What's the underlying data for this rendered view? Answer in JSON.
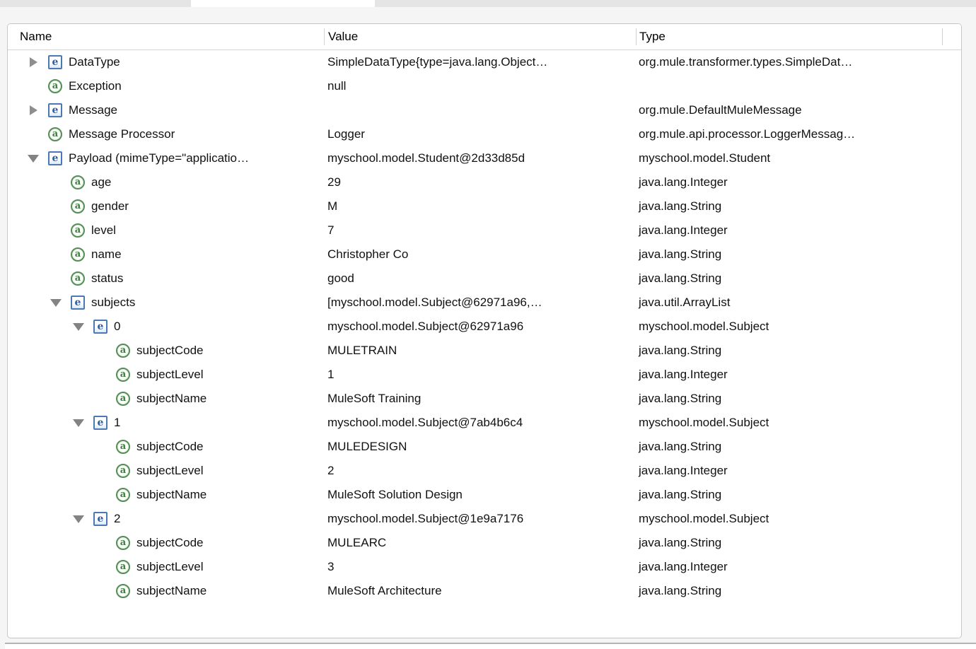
{
  "panel": {
    "name": "Mule Debugger Variables view"
  },
  "icons": {
    "element": "e",
    "attribute": "a"
  },
  "colors": {
    "element_icon_blue": "#2d5e9e",
    "attribute_icon_green": "#3e7d3e",
    "expander_gray": "#8e8e8e",
    "panel_border": "#c7c7c7",
    "tab_gray": "#e5e5e6"
  },
  "table": {
    "columns": [
      "Name",
      "Value",
      "Type"
    ],
    "rows": [
      {
        "level": 0,
        "expander": "collapsed",
        "icon": "e",
        "name": "DataType",
        "value": "SimpleDataType{type=java.lang.Object…",
        "type": "org.mule.transformer.types.SimpleDat…"
      },
      {
        "level": 0,
        "expander": null,
        "icon": "a",
        "name": "Exception",
        "value": "null",
        "type": ""
      },
      {
        "level": 0,
        "expander": "collapsed",
        "icon": "e",
        "name": "Message",
        "value": "",
        "type": "org.mule.DefaultMuleMessage"
      },
      {
        "level": 0,
        "expander": null,
        "icon": "a",
        "name": "Message Processor",
        "value": "Logger",
        "type": "org.mule.api.processor.LoggerMessag…"
      },
      {
        "level": 0,
        "expander": "expanded",
        "icon": "e",
        "name": "Payload (mimeType=\"applicatio…",
        "value": "myschool.model.Student@2d33d85d",
        "type": "myschool.model.Student"
      },
      {
        "level": 1,
        "expander": null,
        "icon": "a",
        "name": "age",
        "value": "29",
        "type": "java.lang.Integer"
      },
      {
        "level": 1,
        "expander": null,
        "icon": "a",
        "name": "gender",
        "value": "M",
        "type": "java.lang.String"
      },
      {
        "level": 1,
        "expander": null,
        "icon": "a",
        "name": "level",
        "value": "7",
        "type": "java.lang.Integer"
      },
      {
        "level": 1,
        "expander": null,
        "icon": "a",
        "name": "name",
        "value": "Christopher Co",
        "type": "java.lang.String"
      },
      {
        "level": 1,
        "expander": null,
        "icon": "a",
        "name": "status",
        "value": "good",
        "type": "java.lang.String"
      },
      {
        "level": 1,
        "expander": "expanded",
        "icon": "e",
        "name": "subjects",
        "value": "[myschool.model.Subject@62971a96,…",
        "type": "java.util.ArrayList"
      },
      {
        "level": 2,
        "expander": "expanded",
        "icon": "e",
        "name": "0",
        "value": "myschool.model.Subject@62971a96",
        "type": "myschool.model.Subject"
      },
      {
        "level": 3,
        "expander": null,
        "icon": "a",
        "name": "subjectCode",
        "value": "MULETRAIN",
        "type": "java.lang.String"
      },
      {
        "level": 3,
        "expander": null,
        "icon": "a",
        "name": "subjectLevel",
        "value": "1",
        "type": "java.lang.Integer"
      },
      {
        "level": 3,
        "expander": null,
        "icon": "a",
        "name": "subjectName",
        "value": "MuleSoft Training",
        "type": "java.lang.String"
      },
      {
        "level": 2,
        "expander": "expanded",
        "icon": "e",
        "name": "1",
        "value": "myschool.model.Subject@7ab4b6c4",
        "type": "myschool.model.Subject"
      },
      {
        "level": 3,
        "expander": null,
        "icon": "a",
        "name": "subjectCode",
        "value": "MULEDESIGN",
        "type": "java.lang.String"
      },
      {
        "level": 3,
        "expander": null,
        "icon": "a",
        "name": "subjectLevel",
        "value": "2",
        "type": "java.lang.Integer"
      },
      {
        "level": 3,
        "expander": null,
        "icon": "a",
        "name": "subjectName",
        "value": "MuleSoft Solution Design",
        "type": "java.lang.String"
      },
      {
        "level": 2,
        "expander": "expanded",
        "icon": "e",
        "name": "2",
        "value": "myschool.model.Subject@1e9a7176",
        "type": "myschool.model.Subject"
      },
      {
        "level": 3,
        "expander": null,
        "icon": "a",
        "name": "subjectCode",
        "value": "MULEARC",
        "type": "java.lang.String"
      },
      {
        "level": 3,
        "expander": null,
        "icon": "a",
        "name": "subjectLevel",
        "value": "3",
        "type": "java.lang.Integer"
      },
      {
        "level": 3,
        "expander": null,
        "icon": "a",
        "name": "subjectName",
        "value": "MuleSoft Architecture",
        "type": "java.lang.String"
      }
    ]
  }
}
